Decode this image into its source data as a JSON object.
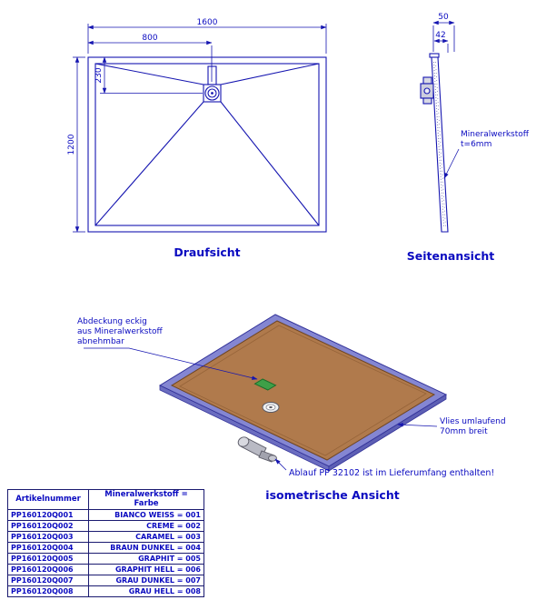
{
  "document": {
    "type": "technical-drawing",
    "subject": "shower tray 1600x1200"
  },
  "colors": {
    "line_blue": "#1515b0",
    "text_blue": "#0a0ac0",
    "tray_brown": "#b07a4c",
    "vlies_purple": "#8486d2",
    "cover_green": "#3ea048",
    "fitting_gray": "#b9bac4"
  },
  "top_view": {
    "title": "Draufsicht",
    "dim_width": "1600",
    "dim_half_width": "800",
    "dim_height": "1200",
    "dim_drain_offset": "230"
  },
  "side_view": {
    "title": "Seitenansicht",
    "dim_total": "50",
    "dim_inner": "42",
    "material_note": [
      "Mineralwerkstoff",
      "t=6mm"
    ]
  },
  "iso_view": {
    "title": "isometrische Ansicht",
    "cover_note": [
      "Abdeckung eckig",
      "aus Mineralwerkstoff",
      "abnehmbar"
    ],
    "vlies_note": [
      "Vlies umlaufend",
      "70mm breit"
    ],
    "drain_note": "Ablauf PP 32102 ist im Lieferumfang enthalten!"
  },
  "table": {
    "header": {
      "col1": "Artikelnummer",
      "col2_line1": "Mineralwerkstoff =",
      "col2_line2": "Farbe"
    },
    "rows": [
      {
        "artikelnummer": "PP160120Q001",
        "farbe": "BIANCO WEISS = 001"
      },
      {
        "artikelnummer": "PP160120Q002",
        "farbe": "CREME = 002"
      },
      {
        "artikelnummer": "PP160120Q003",
        "farbe": "CARAMEL = 003"
      },
      {
        "artikelnummer": "PP160120Q004",
        "farbe": "BRAUN DUNKEL = 004"
      },
      {
        "artikelnummer": "PP160120Q005",
        "farbe": "GRAPHIT = 005"
      },
      {
        "artikelnummer": "PP160120Q006",
        "farbe": "GRAPHIT HELL = 006"
      },
      {
        "artikelnummer": "PP160120Q007",
        "farbe": "GRAU DUNKEL = 007"
      },
      {
        "artikelnummer": "PP160120Q008",
        "farbe": "GRAU HELL = 008"
      }
    ]
  }
}
